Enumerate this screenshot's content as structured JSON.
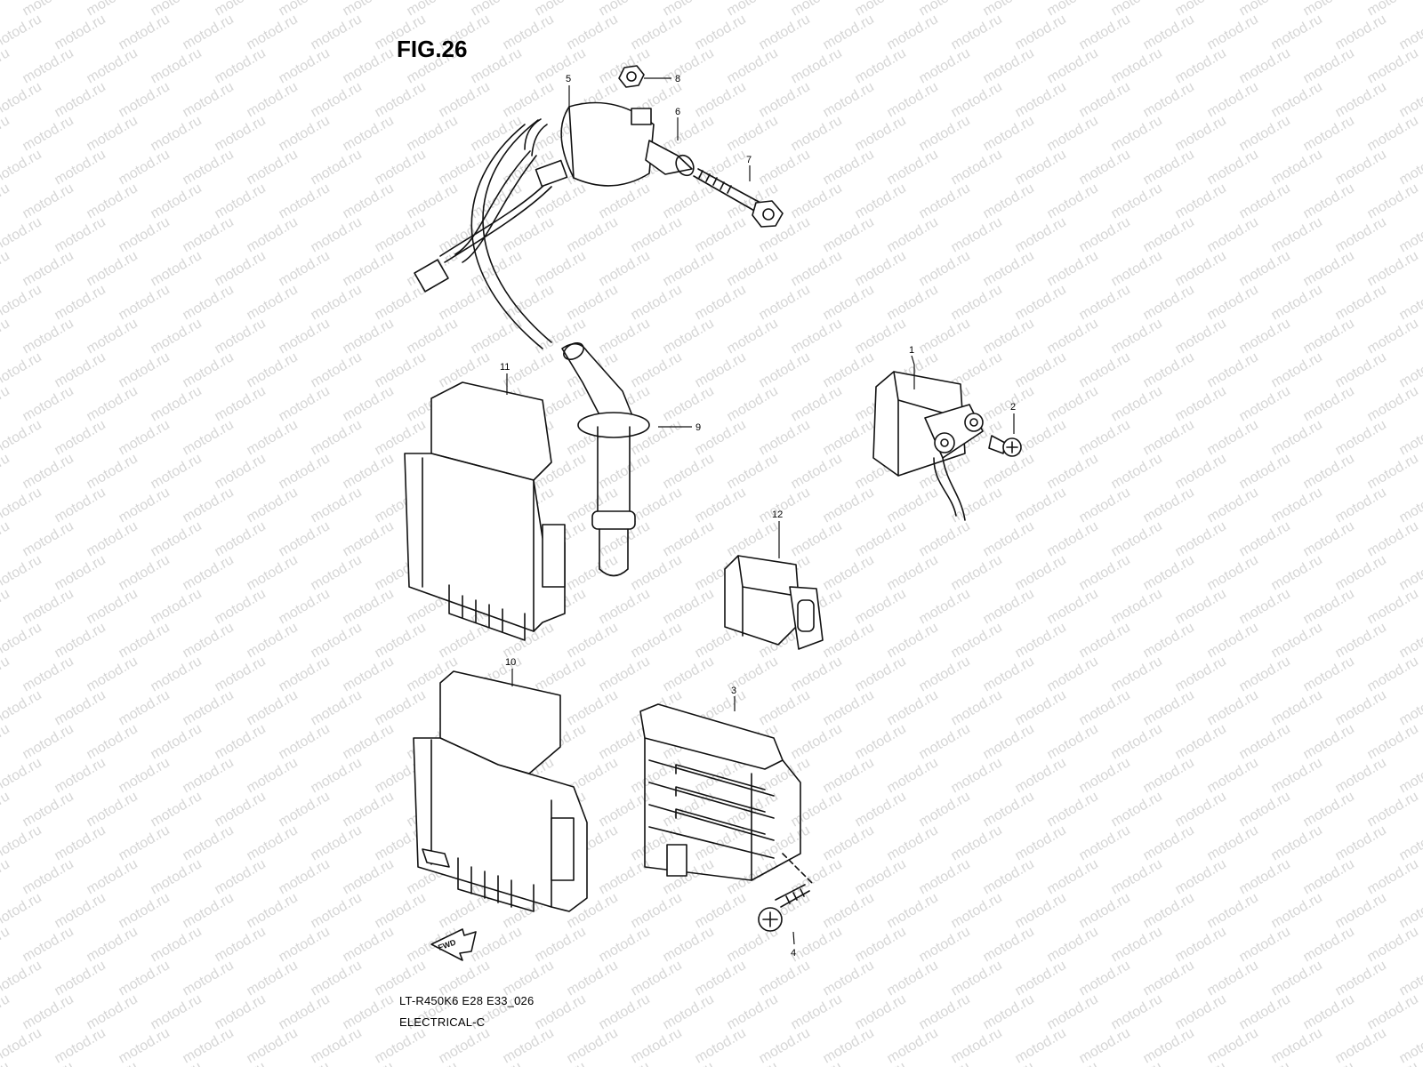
{
  "figure": {
    "title": "FIG.26",
    "caption_model": "LT-R450K6 E28 E33_026",
    "caption_group": "ELECTRICAL-C"
  },
  "watermark": {
    "text": "motod.ru",
    "color": "#d6d6d6"
  },
  "parts": [
    {
      "ref": "1",
      "kind": "starter-relay"
    },
    {
      "ref": "2",
      "kind": "terminal-bolt"
    },
    {
      "ref": "3",
      "kind": "regulator-rectifier"
    },
    {
      "ref": "4",
      "kind": "mounting-bolt"
    },
    {
      "ref": "5",
      "kind": "ignition-coil"
    },
    {
      "ref": "6",
      "kind": "spacer-collar"
    },
    {
      "ref": "7",
      "kind": "coil-bolt"
    },
    {
      "ref": "8",
      "kind": "nut"
    },
    {
      "ref": "9",
      "kind": "spark-plug-cap"
    },
    {
      "ref": "10",
      "kind": "ecm-unit"
    },
    {
      "ref": "11",
      "kind": "control-unit"
    },
    {
      "ref": "12",
      "kind": "connector"
    }
  ],
  "fwd_marker": {
    "label": "FWD"
  },
  "colors": {
    "line": "#111111",
    "background": "#ffffff"
  }
}
